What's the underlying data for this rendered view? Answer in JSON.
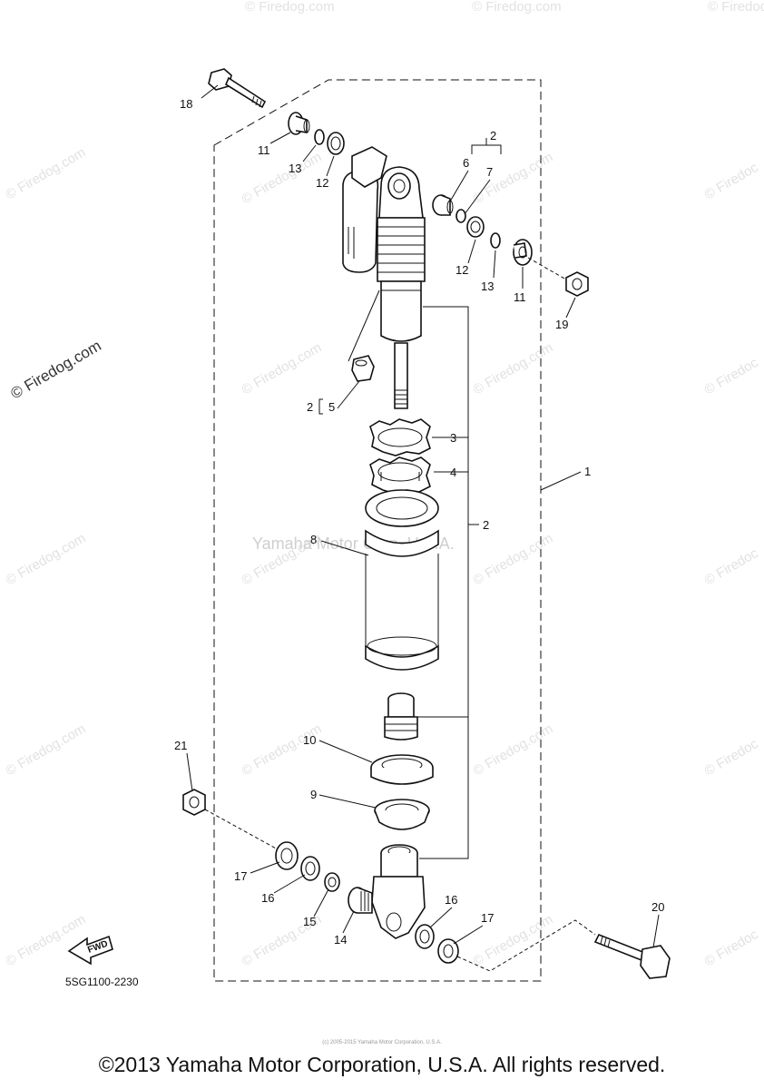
{
  "watermark": {
    "brand": "© Firedog.com",
    "partial": "© Firedoc",
    "center": "Yamaha Motor Corp, U.S.A."
  },
  "diagram_code": "5SG1100-2230",
  "fwd_label": "FWD",
  "labels": {
    "p1": "1",
    "p2a": "2",
    "p2b": "2",
    "p2c": "2",
    "p3": "3",
    "p4": "4",
    "p5": "5",
    "p6": "6",
    "p7": "7",
    "p8": "8",
    "p9": "9",
    "p10": "10",
    "p11a": "11",
    "p11b": "11",
    "p12a": "12",
    "p12b": "12",
    "p13a": "13",
    "p13b": "13",
    "p14": "14",
    "p15": "15",
    "p16a": "16",
    "p16b": "16",
    "p17a": "17",
    "p17b": "17",
    "p18": "18",
    "p19": "19",
    "p20": "20",
    "p21": "21"
  },
  "footer": {
    "copyright": "©2013 Yamaha Motor Corporation, U.S.A. All rights reserved.",
    "small_print": "(c) 2005-2015 Yamaha Motor Corporation, U.S.A."
  }
}
